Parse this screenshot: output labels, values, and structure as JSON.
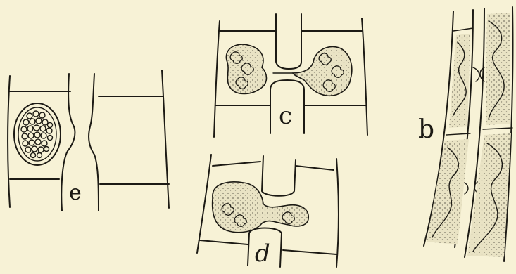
{
  "figure": {
    "labels": {
      "b": "b",
      "c": "c",
      "d": "d",
      "e": "e"
    }
  },
  "colors": {
    "ink": "#1c1a14",
    "paper": "#f7f2d6",
    "cytoplasm": "#e9e3c4"
  }
}
